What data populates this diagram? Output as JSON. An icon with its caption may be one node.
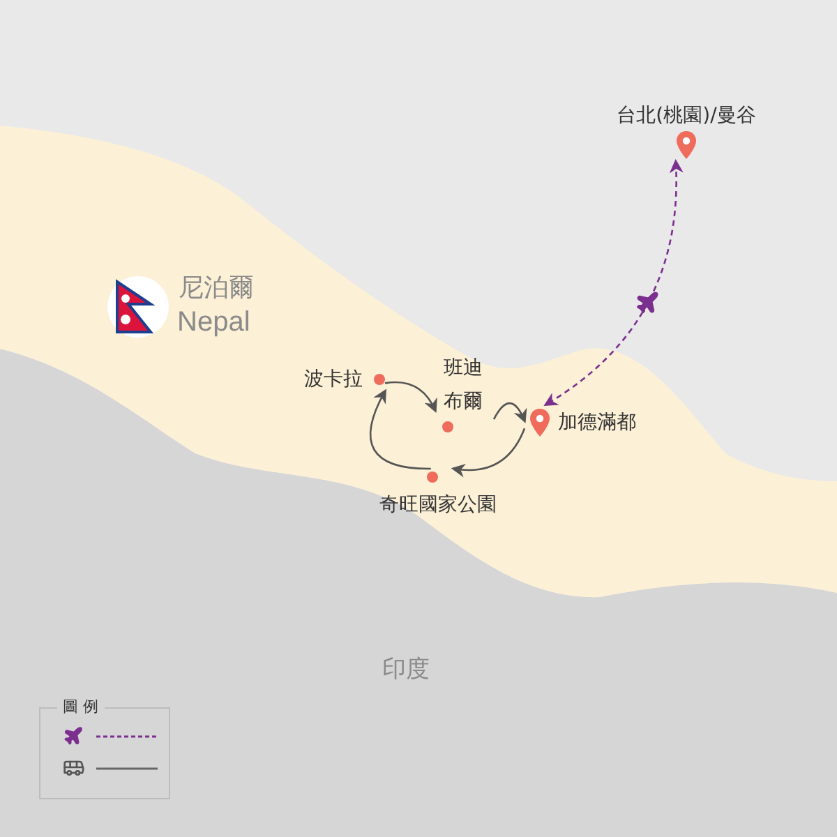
{
  "diagram": {
    "nodes": [
      {
        "text": [
          "台北(桃園)/曼谷"
        ]
      },
      {
        "text": [
          "加德滿都"
        ]
      },
      {
        "text": [
          "波卡拉"
        ]
      },
      {
        "text": [
          "班迪布爾"
        ]
      },
      {
        "text": [
          "奇旺國家公園"
        ]
      }
    ],
    "edges": [
      {
        "from": 0,
        "to": 1,
        "arrow": "both",
        "style": "dashed",
        "color": "#7b2f8e"
      },
      {
        "from": 2,
        "to": 3,
        "arrow": "to"
      },
      {
        "from": 3,
        "to": 1,
        "arrow": "to"
      },
      {
        "from": 1,
        "to": 4,
        "arrow": "to"
      },
      {
        "from": 4,
        "to": 2,
        "arrow": "to"
      }
    ],
    "labels": [
      "尼泊爾",
      "Nepal",
      "印度",
      "圖 例"
    ]
  }
}
